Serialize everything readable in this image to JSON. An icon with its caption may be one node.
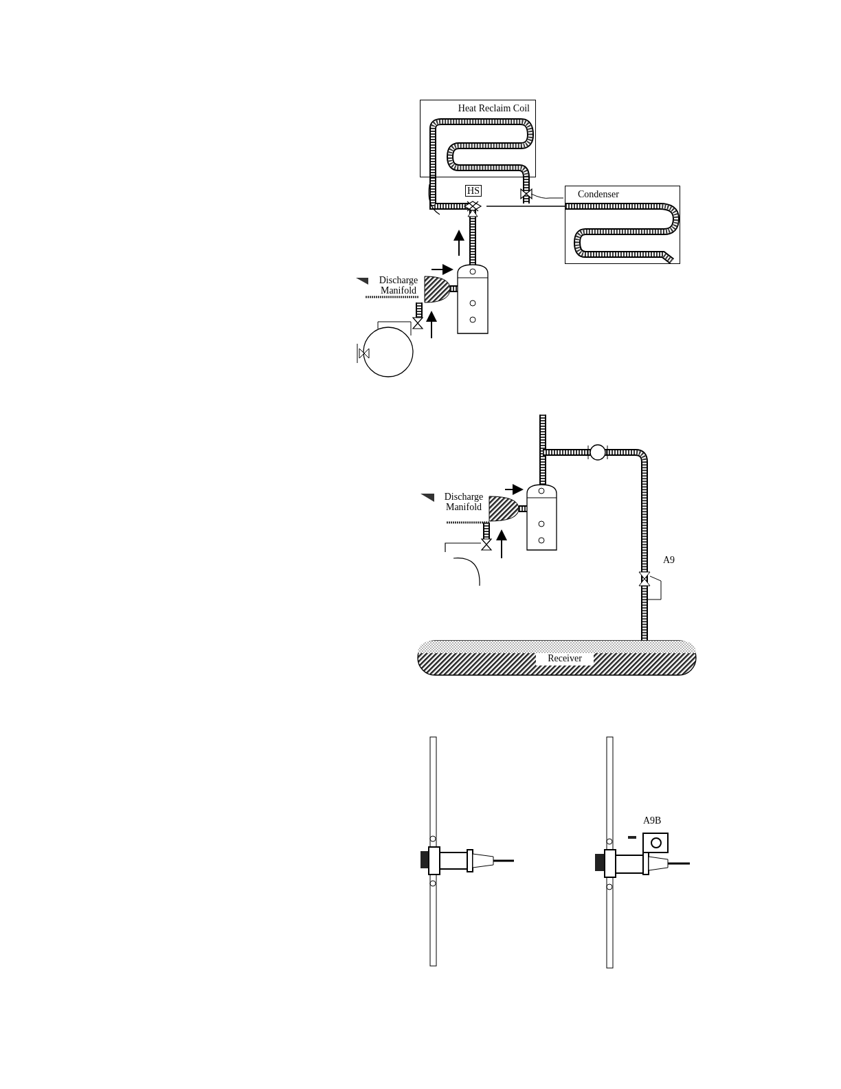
{
  "diagram": {
    "nodes": [
      {
        "text": [
          "Heat Reclaim Coil"
        ]
      },
      {
        "text": [
          "Condenser"
        ]
      },
      {
        "text": [
          "HS"
        ]
      },
      {
        "text": [
          "Receiver"
        ]
      }
    ],
    "edges": [
      {
        "from": 2,
        "to": 1,
        "arrow": "none"
      }
    ],
    "labels": [
      "Discharge Manifold",
      "Discharge Manifold",
      "A9",
      "A9B"
    ]
  }
}
